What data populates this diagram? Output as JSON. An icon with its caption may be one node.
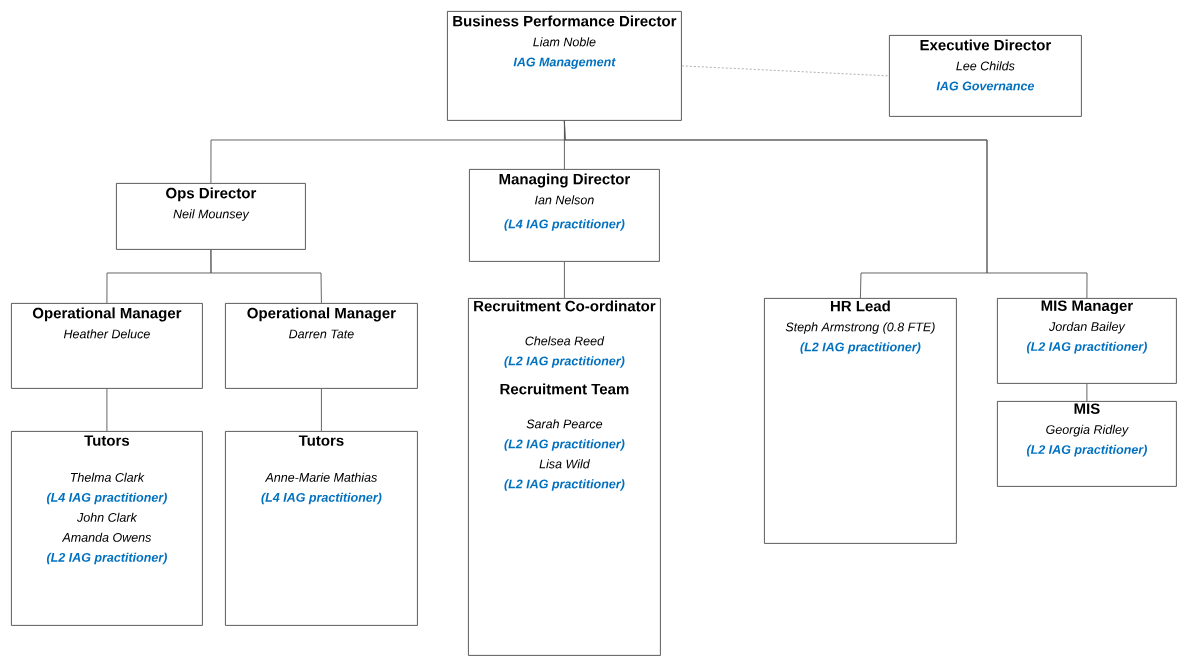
{
  "diagram": {
    "nodes": [
      {
        "text": [
          "Business Performance Director",
          "Liam Noble",
          "IAG Management"
        ]
      },
      {
        "text": [
          "Executive Director",
          "Lee Childs",
          "IAG Governance"
        ]
      },
      {
        "text": [
          "Ops Director",
          "Neil Mounsey"
        ]
      },
      {
        "text": [
          "Managing Director",
          "Ian Nelson",
          "(L4 IAG practitioner)"
        ]
      },
      {
        "text": [
          "Operational Manager",
          "Heather Deluce"
        ]
      },
      {
        "text": [
          "Operational Manager",
          "Darren Tate"
        ]
      },
      {
        "text": [
          "Recruitment Co-ordinator",
          "Chelsea Reed",
          "(L2 IAG practitioner)",
          "Recruitment Team",
          "Sarah Pearce",
          "(L2 IAG practitioner)",
          "Lisa Wild",
          "(L2 IAG practitioner)"
        ]
      },
      {
        "text": [
          "HR Lead",
          "Steph Armstrong (0.8 FTE)",
          "(L2 IAG practitioner)"
        ]
      },
      {
        "text": [
          "MIS Manager",
          "Jordan Bailey",
          "(L2 IAG practitioner)"
        ]
      },
      {
        "text": [
          "MIS",
          "Georgia Ridley",
          "(L2 IAG practitioner)"
        ]
      },
      {
        "text": [
          "Tutors",
          "Thelma Clark",
          "(L4 IAG practitioner)",
          "John Clark",
          "Amanda Owens",
          "(L2 IAG practitioner)"
        ]
      },
      {
        "text": [
          "Tutors",
          "Anne-Marie Mathias",
          "(L4 IAG practitioner)"
        ]
      }
    ],
    "edges": [
      {
        "from": 0,
        "to": 1,
        "arrow": "none",
        "style": "dashed",
        "color": "#a6a6a6"
      },
      {
        "from": 0,
        "to": 2,
        "arrow": "none"
      },
      {
        "from": 0,
        "to": 3,
        "arrow": "none"
      },
      {
        "from": 0,
        "to": 7,
        "arrow": "none"
      },
      {
        "from": 0,
        "to": 8,
        "arrow": "none"
      },
      {
        "from": 2,
        "to": 4,
        "arrow": "none"
      },
      {
        "from": 2,
        "to": 5,
        "arrow": "none"
      },
      {
        "from": 3,
        "to": 6,
        "arrow": "none"
      },
      {
        "from": 4,
        "to": 10,
        "arrow": "none"
      },
      {
        "from": 5,
        "to": 11,
        "arrow": "none"
      },
      {
        "from": 8,
        "to": 9,
        "arrow": "none"
      }
    ]
  }
}
